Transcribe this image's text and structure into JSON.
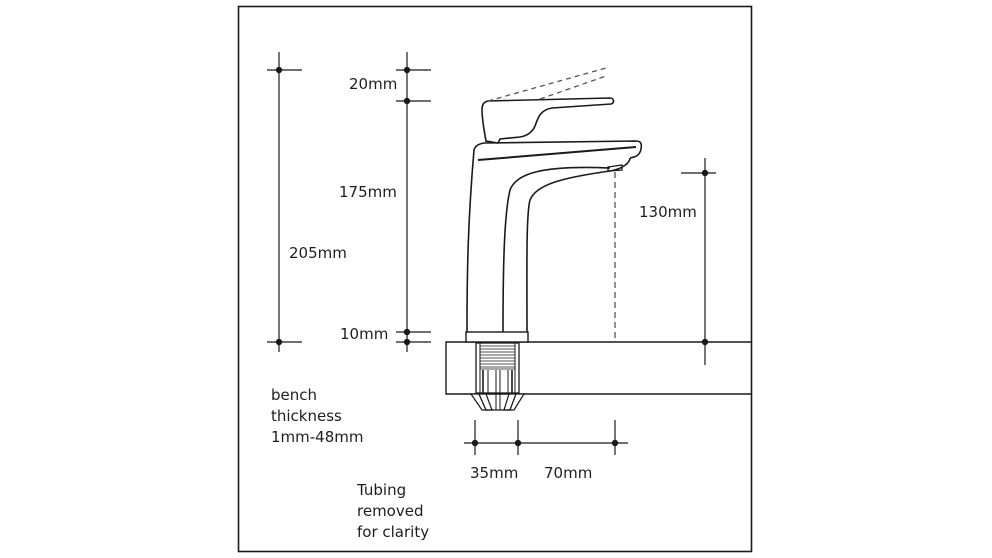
{
  "diagram": {
    "type": "technical-dimension-drawing",
    "subject": "Basin mixer tap side elevation",
    "frame": {
      "stroke": "#1a1a1a",
      "background": "#ffffff"
    }
  },
  "dimensions": {
    "overall_height": "205mm",
    "lever_travel": "20mm",
    "body_height": "175mm",
    "base_height": "10mm",
    "spout_clearance": "130mm",
    "base_width": "35mm",
    "spout_reach": "70mm"
  },
  "notes": {
    "bench": [
      "bench",
      "thickness",
      "1mm-48mm"
    ],
    "tubing": [
      "Tubing",
      "removed",
      "for clarity"
    ]
  },
  "colors": {
    "line": "#1a1a1a",
    "dashed": "#555555",
    "text": "#1e1e1e"
  }
}
